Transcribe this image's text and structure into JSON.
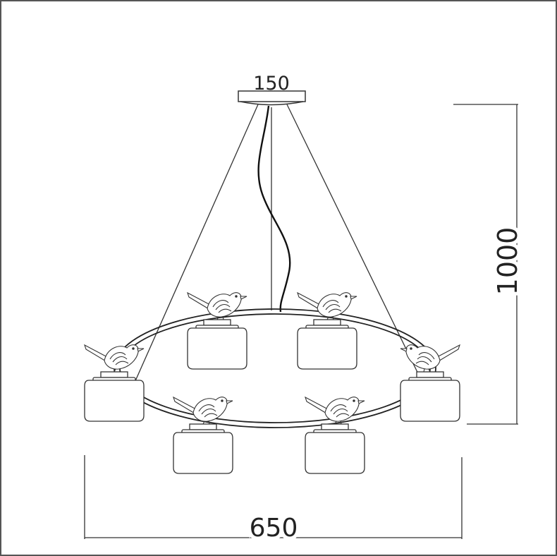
{
  "dimensions": {
    "canopy_width": "150",
    "drop_height": "1000",
    "overall_width": "650"
  },
  "fixture": {
    "shade_count": 6,
    "bird_count": 6
  }
}
